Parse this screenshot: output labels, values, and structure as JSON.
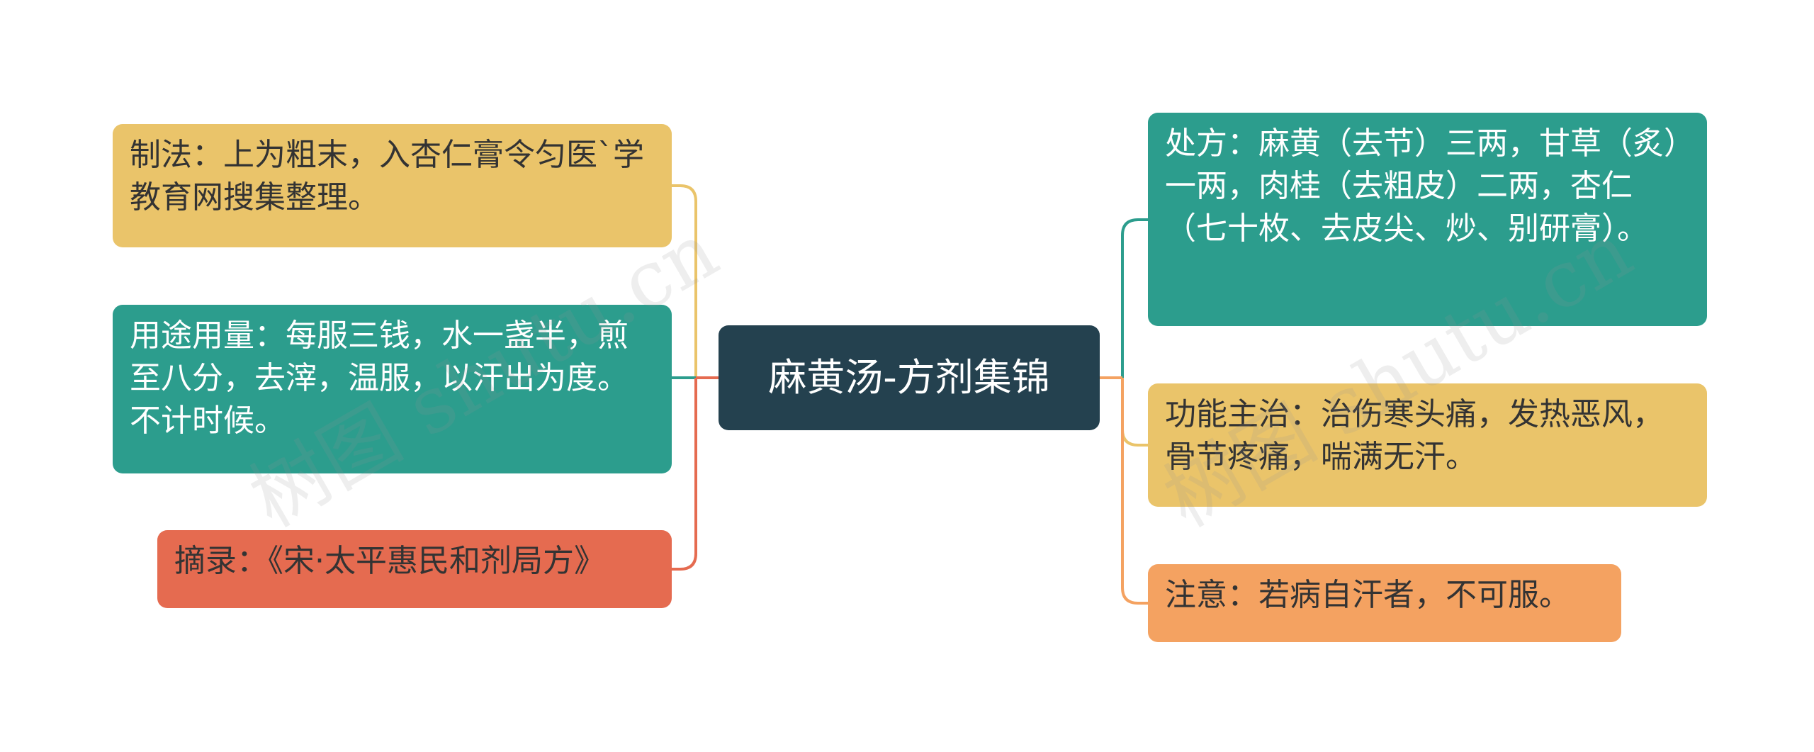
{
  "colors": {
    "center_bg": "#24414F",
    "yellow": "#EAC46A",
    "teal": "#2C9D8D",
    "red_orange": "#E56B50",
    "orange": "#F4A261",
    "connector_left_top": "#EAC46A",
    "connector_left_mid": "#2C9D8D",
    "connector_left_bottom": "#E56B50",
    "connector_right_top": "#2C9D8D",
    "connector_right_mid": "#EAC46A",
    "connector_right_bottom": "#F4A261"
  },
  "center": {
    "label": "麻黄汤-方剂集锦"
  },
  "left": [
    {
      "text": "制法：上为粗末，入杏仁膏令匀医`学教育网搜集整理。",
      "color": "yellow"
    },
    {
      "text": "用途用量：每服三钱，水一盏半，煎至八分，去滓，温服，以汗出为度。不计时候。",
      "color": "teal"
    },
    {
      "text": "摘录：《宋·太平惠民和剂局方》",
      "color": "red_orange"
    }
  ],
  "right": [
    {
      "text": "处方：麻黄（去节）三两，甘草（炙）一两，肉桂（去粗皮）二两，杏仁（七十枚、去皮尖、炒、别研膏）。",
      "color": "teal"
    },
    {
      "text": "功能主治：治伤寒头痛，发热恶风，骨节疼痛，喘满无汗。",
      "color": "yellow"
    },
    {
      "text": "注意：若病自汗者，不可服。",
      "color": "orange"
    }
  ]
}
